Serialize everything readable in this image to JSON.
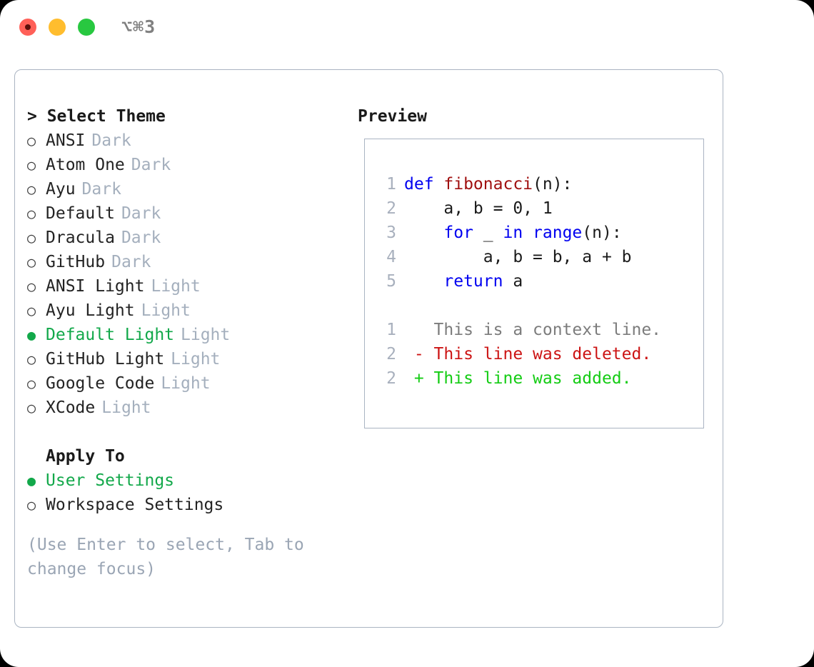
{
  "titlebar": {
    "shortcut": "⌥⌘3",
    "dots": [
      {
        "name": "close-button",
        "color": "#ff6058"
      },
      {
        "name": "minimize-button",
        "color": "#ffbd2e"
      },
      {
        "name": "zoom-button",
        "color": "#28c840"
      }
    ]
  },
  "theme_picker": {
    "header": "> Select Theme",
    "bullet_selected": "●",
    "bullet_unselected": "○",
    "items": [
      {
        "label": "ANSI",
        "tag": "Dark",
        "selected": false
      },
      {
        "label": "Atom One",
        "tag": "Dark",
        "selected": false
      },
      {
        "label": "Ayu",
        "tag": "Dark",
        "selected": false
      },
      {
        "label": "Default",
        "tag": "Dark",
        "selected": false
      },
      {
        "label": "Dracula",
        "tag": "Dark",
        "selected": false
      },
      {
        "label": "GitHub",
        "tag": "Dark",
        "selected": false
      },
      {
        "label": "ANSI Light",
        "tag": "Light",
        "selected": false
      },
      {
        "label": "Ayu Light",
        "tag": "Light",
        "selected": false
      },
      {
        "label": "Default Light",
        "tag": "Light",
        "selected": true
      },
      {
        "label": "GitHub Light",
        "tag": "Light",
        "selected": false
      },
      {
        "label": "Google Code",
        "tag": "Light",
        "selected": false
      },
      {
        "label": "XCode",
        "tag": "Light",
        "selected": false
      }
    ]
  },
  "apply_to": {
    "header": "Apply To",
    "items": [
      {
        "label": "User Settings",
        "selected": true
      },
      {
        "label": "Workspace Settings",
        "selected": false
      }
    ]
  },
  "hint": "(Use Enter to select, Tab to change focus)",
  "preview": {
    "header": "Preview",
    "code_lines": [
      {
        "num": "1",
        "tokens": [
          {
            "t": "def ",
            "c": "kw"
          },
          {
            "t": "fibonacci",
            "c": "fn"
          },
          {
            "t": "(n):",
            "c": "txt"
          }
        ]
      },
      {
        "num": "2",
        "tokens": [
          {
            "t": "    a, b = 0, 1",
            "c": "txt"
          }
        ]
      },
      {
        "num": "3",
        "tokens": [
          {
            "t": "    ",
            "c": "txt"
          },
          {
            "t": "for",
            "c": "kw"
          },
          {
            "t": " _ ",
            "c": "txt"
          },
          {
            "t": "in",
            "c": "kw"
          },
          {
            "t": " ",
            "c": "txt"
          },
          {
            "t": "range",
            "c": "kw"
          },
          {
            "t": "(n):",
            "c": "txt"
          }
        ]
      },
      {
        "num": "4",
        "tokens": [
          {
            "t": "        a, b = b, a + b",
            "c": "txt"
          }
        ]
      },
      {
        "num": "5",
        "tokens": [
          {
            "t": "    ",
            "c": "txt"
          },
          {
            "t": "return",
            "c": "kw"
          },
          {
            "t": " a",
            "c": "txt"
          }
        ]
      }
    ],
    "diff_lines": [
      {
        "num": "1",
        "tokens": [
          {
            "t": "   This is a context line.",
            "c": "ctx"
          }
        ]
      },
      {
        "num": "2",
        "tokens": [
          {
            "t": " - This line was deleted.",
            "c": "del"
          }
        ]
      },
      {
        "num": "2",
        "tokens": [
          {
            "t": " + This line was added.",
            "c": "add"
          }
        ]
      }
    ]
  },
  "colors": {
    "accent_green": "#12a84a",
    "diff_add": "#14cc14",
    "diff_delete": "#cc1414",
    "keyword_blue": "#0000f0",
    "function_red": "#a01010",
    "muted": "#a4afbd",
    "border": "#aab4c2"
  }
}
